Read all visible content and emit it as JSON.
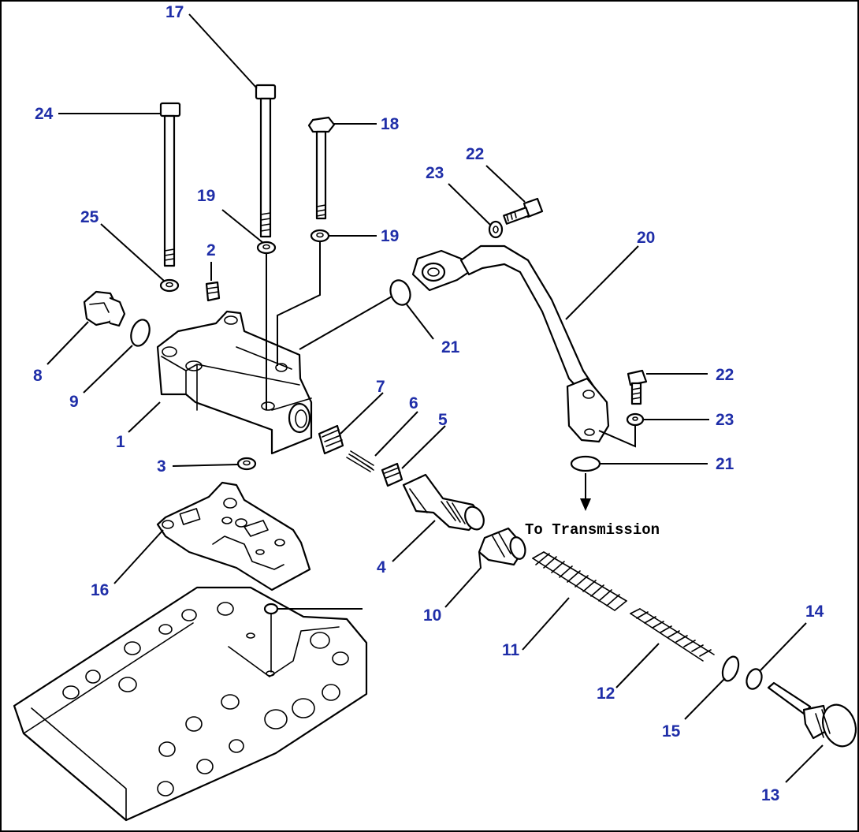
{
  "diagram": {
    "note": "To Transmission",
    "callouts": [
      {
        "id": "c1",
        "label": "1"
      },
      {
        "id": "c2",
        "label": "2"
      },
      {
        "id": "c3",
        "label": "3"
      },
      {
        "id": "c4",
        "label": "4"
      },
      {
        "id": "c5",
        "label": "5"
      },
      {
        "id": "c6",
        "label": "6"
      },
      {
        "id": "c7",
        "label": "7"
      },
      {
        "id": "c8",
        "label": "8"
      },
      {
        "id": "c9",
        "label": "9"
      },
      {
        "id": "c10",
        "label": "10"
      },
      {
        "id": "c11",
        "label": "11"
      },
      {
        "id": "c12",
        "label": "12"
      },
      {
        "id": "c13",
        "label": "13"
      },
      {
        "id": "c14",
        "label": "14"
      },
      {
        "id": "c15",
        "label": "15"
      },
      {
        "id": "c16",
        "label": "16"
      },
      {
        "id": "c17",
        "label": "17"
      },
      {
        "id": "c18",
        "label": "18"
      },
      {
        "id": "c19a",
        "label": "19"
      },
      {
        "id": "c19b",
        "label": "19"
      },
      {
        "id": "c20",
        "label": "20"
      },
      {
        "id": "c21a",
        "label": "21"
      },
      {
        "id": "c21b",
        "label": "21"
      },
      {
        "id": "c22a",
        "label": "22"
      },
      {
        "id": "c22b",
        "label": "22"
      },
      {
        "id": "c23a",
        "label": "23"
      },
      {
        "id": "c23b",
        "label": "23"
      },
      {
        "id": "c24",
        "label": "24"
      },
      {
        "id": "c25",
        "label": "25"
      }
    ]
  }
}
